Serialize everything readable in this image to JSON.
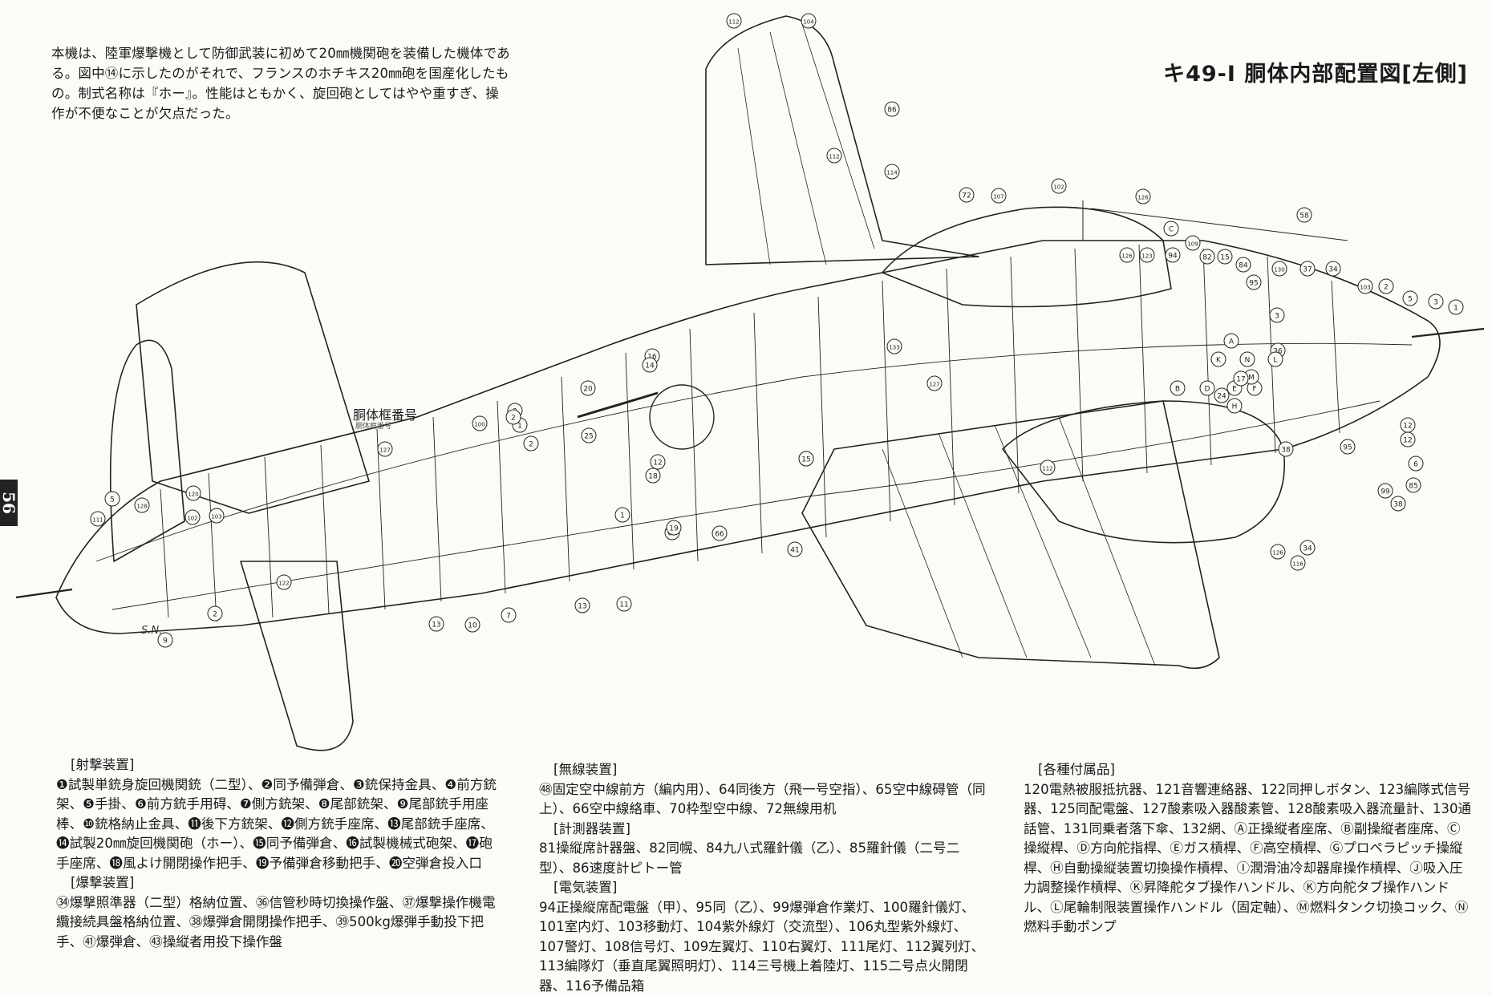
{
  "page_number": "56",
  "intro_text": "本機は、陸軍爆撃機として防御武装に初めて20㎜機関砲を装備した機体である。図中⑭に示したのがそれで、フランスのホチキス20㎜砲を国産化したもの。制式名称は『ホー』。性能はともかく、旋回砲としてはやや重すぎ、操作が不便なことが欠点だった。",
  "title": "キ49-Ⅰ 胴体内部配置図[左側]",
  "diagram": {
    "frame_label": "胴体框番号",
    "frame_sublabel": "胴体框番号",
    "signature": "S.N.",
    "callouts": [
      "112",
      "104",
      "86",
      "114",
      "112",
      "72",
      "107",
      "102",
      "126",
      "58",
      "C",
      "109",
      "82",
      "15",
      "84",
      "126",
      "123",
      "94",
      "95",
      "130",
      "37",
      "34",
      "103",
      "2",
      "5",
      "3",
      "1",
      "133",
      "127",
      "12",
      "36",
      "16",
      "14",
      "20",
      "25",
      "2",
      "1",
      "100",
      "2",
      "5",
      "111",
      "128",
      "120",
      "102",
      "103",
      "127",
      "122",
      "13",
      "10",
      "7",
      "13",
      "11",
      "1",
      "12",
      "65",
      "66",
      "41",
      "15",
      "18",
      "19",
      "116",
      "112",
      "12",
      "6",
      "85",
      "99",
      "38",
      "34",
      "126",
      "A",
      "B",
      "D",
      "E",
      "F",
      "H",
      "K",
      "N",
      "L",
      "M",
      "9",
      "2",
      "15",
      "24",
      "38",
      "95",
      "17",
      "2",
      "3"
    ]
  },
  "legend_col1": {
    "sections": [
      {
        "heading": "[射撃装置]",
        "text": "❶試製単銃身旋回機関銃（二型）、❷同予備弾倉、❸銃保持金具、❹前方銃架、❺手掛、❻前方銃手用碍、❼側方銃架、❽尾部銃架、❾尾部銃手用座棒、❿銃格納止金具、⓫後下方銃架、⓬側方銃手座席、⓭尾部銃手座席、⓮試製20㎜旋回機関砲（ホー）、⓯同予備弾倉、⓰試製機械式砲架、⓱砲手座席、⓲風よけ開閉操作把手、⓳予備弾倉移動把手、⓴空弾倉投入口"
      },
      {
        "heading": "[爆撃装置]",
        "text": "㉞爆撃照準器（二型）格納位置、㊱信管秒時切換操作盤、㊲爆撃操作機電纜接続具盤格納位置、㊳爆弾倉開閉操作把手、㊴500kg爆弾手動投下把手、㊶爆弾倉、㊸操縦者用投下操作盤"
      }
    ]
  },
  "legend_col2": {
    "sections": [
      {
        "heading": "[無線装置]",
        "text": "㊽固定空中線前方（編内用）、64同後方（飛一号空指）、65空中線碍管（同上）、66空中線絡車、70枠型空中線、72無線用机"
      },
      {
        "heading": "[計測器装置]",
        "text": "81操縦席計器盤、82同幌、84九八式羅針儀（乙）、85羅針儀（二号二型）、86速度計ピトー管"
      },
      {
        "heading": "[電気装置]",
        "text": "94正操縦席配電盤（甲）、95同（乙）、99爆弾倉作業灯、100羅針儀灯、101室内灯、103移動灯、104紫外線灯（交流型）、106丸型紫外線灯、107警灯、108信号灯、109左翼灯、110右翼灯、111尾灯、112翼列灯、113編隊灯（垂直尾翼照明灯）、114三号機上着陸灯、115二号点火開閉器、116予備品箱"
      }
    ]
  },
  "legend_col3": {
    "sections": [
      {
        "heading": "[各種付属品]",
        "text": "120電熱被服抵抗器、121音響連絡器、122同押しボタン、123編隊式信号器、125同配電盤、127酸素吸入器酸素管、128酸素吸入器流量計、130通話管、131同乗者落下傘、132網、Ⓐ正操縦者座席、Ⓑ副操縦者座席、Ⓒ操縦桿、Ⓓ方向舵指桿、Ⓔガス槓桿、Ⓕ高空槓桿、Ⓖプロペラピッチ操縦桿、Ⓗ自動操縦装置切換操作槓桿、Ⓘ潤滑油冷却器扉操作槓桿、Ⓙ吸入圧力調整操作槓桿、Ⓚ昇降舵タブ操作ハンドル、Ⓚ方向舵タブ操作ハンドル、Ⓛ尾輪制限装置操作ハンドル（固定軸）、Ⓜ燃料タンク切換コック、Ⓝ燃料手動ポンプ"
      }
    ]
  }
}
